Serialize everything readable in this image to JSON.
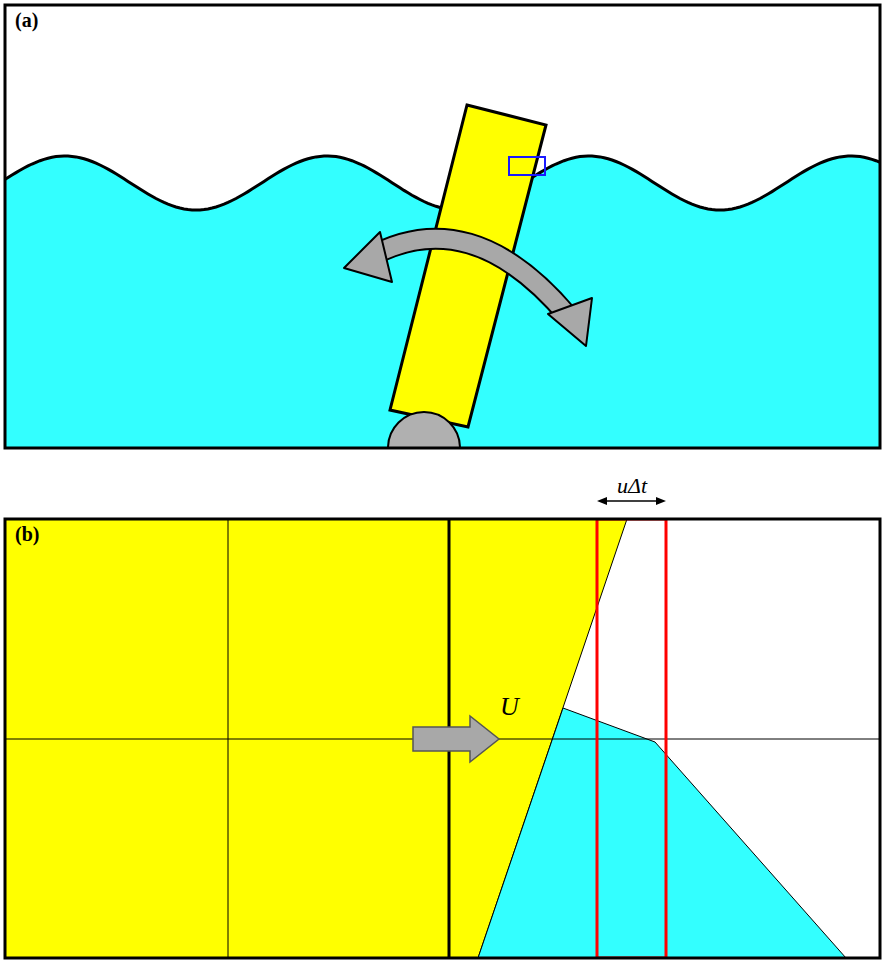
{
  "diagram": {
    "labels": [
      "(a)",
      "(b)",
      "U",
      "uΔt"
    ]
  }
}
